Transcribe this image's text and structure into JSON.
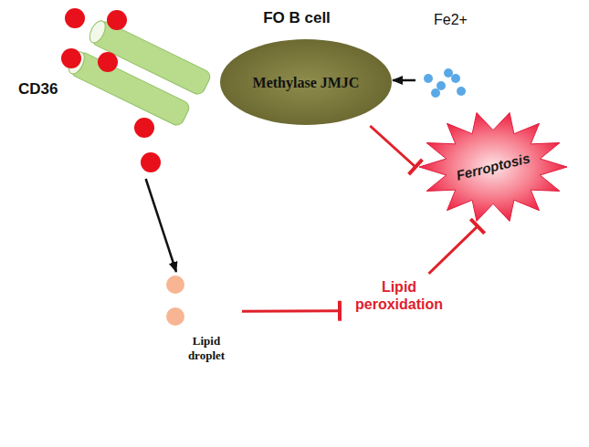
{
  "diagram": {
    "nodes": [
      {
        "text": [
          "FO B cell"
        ]
      },
      {
        "text": [
          "CD36"
        ]
      },
      {
        "text": [
          "Methylase JMJC"
        ],
        "in": 0
      },
      {
        "text": [
          "Fe2+"
        ]
      },
      {
        "text": [
          "Ferroptosis"
        ],
        "in": 0
      },
      {
        "text": [
          "Lipid droplet"
        ],
        "in": 0
      },
      {
        "text": [
          "Lipid peroxidation"
        ],
        "in": 0
      }
    ],
    "edges": [
      {
        "from": 1,
        "to": 5,
        "arrow": "to"
      },
      {
        "from": 3,
        "to": 2,
        "arrow": "to"
      },
      {
        "from": 2,
        "to": 4,
        "arrow": "to"
      },
      {
        "from": 5,
        "to": 6,
        "arrow": "to"
      },
      {
        "from": 6,
        "to": 4,
        "arrow": "to"
      }
    ]
  }
}
